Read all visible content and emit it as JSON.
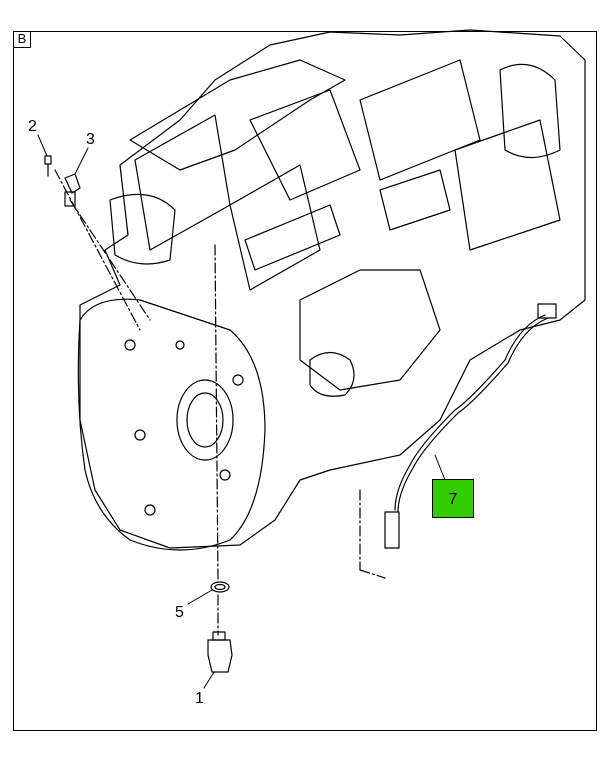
{
  "view_label": "B",
  "callouts": {
    "c1": "1",
    "c2": "2",
    "c3": "3",
    "c5": "5",
    "c7": "7"
  },
  "colors": {
    "highlight": "#33cc00",
    "line": "#000000"
  }
}
